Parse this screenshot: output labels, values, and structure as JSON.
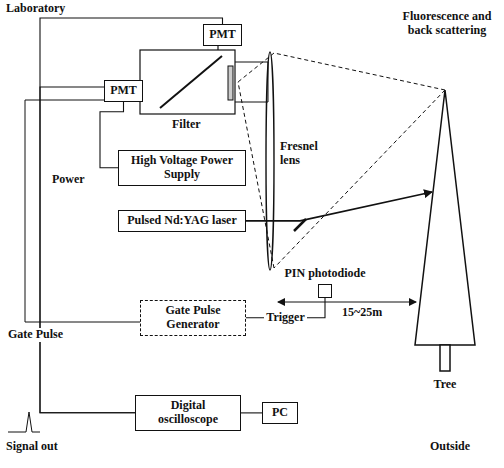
{
  "diagram": {
    "nodes": [
      {
        "text": [
          "PMT"
        ]
      },
      {
        "text": [
          "PMT"
        ]
      },
      {
        "text": [
          "High Voltage Power Supply"
        ]
      },
      {
        "text": [
          "Pulsed Nd:YAG laser"
        ]
      },
      {
        "text": [
          "PIN photodiode"
        ]
      },
      {
        "text": [
          "Gate Pulse Generator"
        ]
      },
      {
        "text": [
          "Digital oscilloscope"
        ]
      },
      {
        "text": [
          "PC"
        ]
      },
      {
        "text": [
          "Tree"
        ]
      }
    ],
    "edges": [
      {
        "from": 3,
        "to": 8,
        "arrow": "to"
      },
      {
        "from": 1,
        "to": 6,
        "arrow": "none"
      },
      {
        "from": 0,
        "to": 6,
        "arrow": "none"
      },
      {
        "from": 2,
        "to": 1,
        "arrow": "none"
      },
      {
        "from": 4,
        "to": 5,
        "arrow": "none",
        "label": "Trigger"
      },
      {
        "from": 6,
        "to": 7,
        "arrow": "none"
      }
    ],
    "labels": [
      "Laboratory",
      "Filter",
      "Fresnel lens",
      "Fluorescence and back scattering",
      "Power",
      "Gate Pulse",
      "Signal out",
      "15~25m",
      "Outside"
    ]
  }
}
